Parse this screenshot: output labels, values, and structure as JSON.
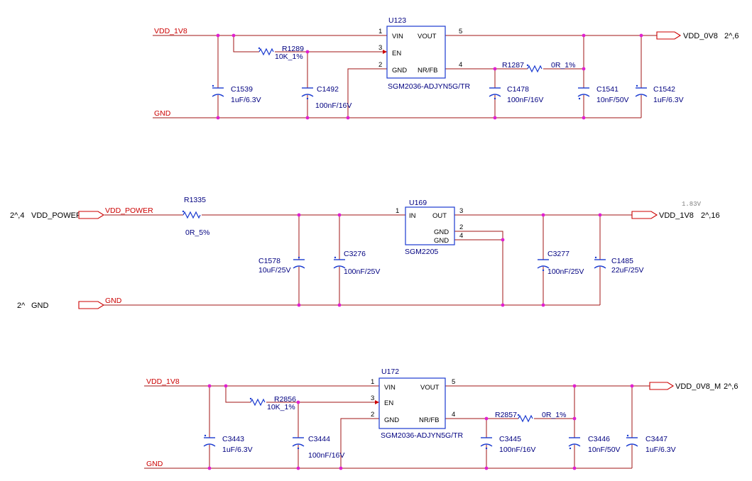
{
  "blocks": [
    {
      "ic": {
        "ref": "U123",
        "part": "SGM2036-ADJYN5G/TR",
        "pins": {
          "vin": "VIN",
          "en": "EN",
          "gnd": "GND",
          "vout": "VOUT",
          "nrfb": "NR/FB"
        },
        "pin_numbers": {
          "vin": "1",
          "en": "3",
          "gnd": "2",
          "vout": "5",
          "nrfb": "4"
        }
      },
      "input_net": "VDD_1V8",
      "gnd_net": "GND",
      "output_port": {
        "net": "VDD_0V8",
        "page_ref": "2^,6"
      },
      "r_en": {
        "ref": "R1289",
        "value": "10K_1%"
      },
      "r_fb": {
        "ref": "R1287",
        "value": "0R_1%"
      },
      "caps": [
        {
          "ref": "C1539",
          "value": "1uF/6.3V"
        },
        {
          "ref": "C1492",
          "value": "100nF/16V"
        },
        {
          "ref": "C1478",
          "value": "100nF/16V"
        },
        {
          "ref": "C1541",
          "value": "10nF/50V"
        },
        {
          "ref": "C1542",
          "value": "1uF/6.3V"
        }
      ]
    },
    {
      "ic": {
        "ref": "U169",
        "part": "SGM2205",
        "pins": {
          "in": "IN",
          "out": "OUT",
          "gnd1": "GND",
          "gnd2": "GND"
        },
        "pin_numbers": {
          "in": "1",
          "out": "3",
          "gnd1": "2",
          "gnd2": "4"
        }
      },
      "input_port": {
        "net": "VDD_POWER",
        "page_ref": "2^,4"
      },
      "input_net": "VDD_POWER",
      "gnd_port": {
        "net": "GND",
        "page_ref": "2^"
      },
      "gnd_net": "GND",
      "output_port": {
        "net": "VDD_1V8",
        "page_ref": "2^,16"
      },
      "output_note": "1.83V",
      "r_in": {
        "ref": "R1335",
        "value": "0R_5%"
      },
      "caps": [
        {
          "ref": "C1578",
          "value": "10uF/25V"
        },
        {
          "ref": "C3276",
          "value": "100nF/25V"
        },
        {
          "ref": "C3277",
          "value": "100nF/25V"
        },
        {
          "ref": "C1485",
          "value": "22uF/25V"
        }
      ]
    },
    {
      "ic": {
        "ref": "U172",
        "part": "SGM2036-ADJYN5G/TR",
        "pins": {
          "vin": "VIN",
          "en": "EN",
          "gnd": "GND",
          "vout": "VOUT",
          "nrfb": "NR/FB"
        },
        "pin_numbers": {
          "vin": "1",
          "en": "3",
          "gnd": "2",
          "vout": "5",
          "nrfb": "4"
        }
      },
      "input_net": "VDD_1V8",
      "gnd_net": "GND",
      "output_port": {
        "net": "VDD_0V8_M",
        "page_ref": "2^,6"
      },
      "r_en": {
        "ref": "R2856",
        "value": "10K_1%"
      },
      "r_fb": {
        "ref": "R2857",
        "value": "0R_1%"
      },
      "caps": [
        {
          "ref": "C3443",
          "value": "1uF/6.3V"
        },
        {
          "ref": "C3444",
          "value": "100nF/16V"
        },
        {
          "ref": "C3445",
          "value": "100nF/16V"
        },
        {
          "ref": "C3446",
          "value": "10nF/50V"
        },
        {
          "ref": "C3447",
          "value": "1uF/6.3V"
        }
      ]
    }
  ],
  "colors": {
    "wire": "#a01414",
    "component": "#1a3ad0",
    "net_label": "#cc0000",
    "junction": "#e020d0",
    "text": "#000080"
  }
}
